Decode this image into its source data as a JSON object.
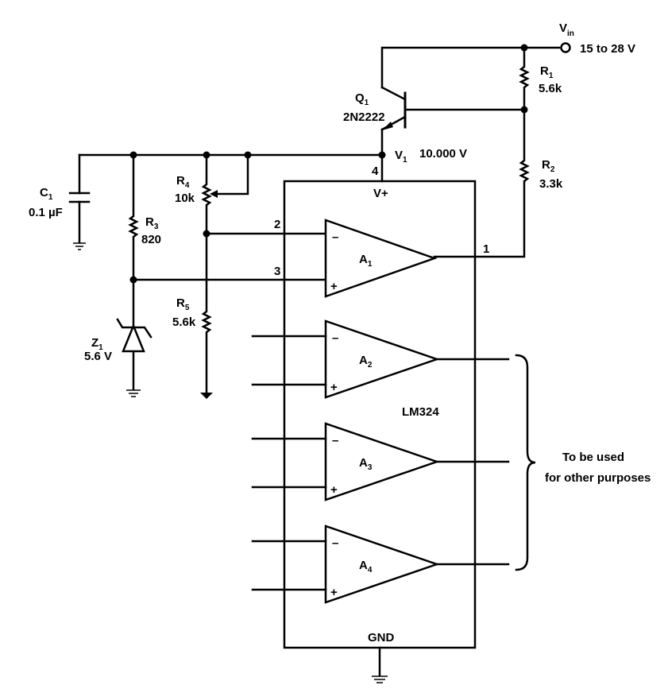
{
  "vin": {
    "name": "V",
    "sub": "in",
    "range": "15 to 28 V"
  },
  "v1": {
    "name": "V",
    "sub": "1",
    "value": "10.000 V"
  },
  "q1": {
    "name": "Q",
    "sub": "1",
    "part": "2N2222"
  },
  "r1": {
    "name": "R",
    "sub": "1",
    "value": "5.6k"
  },
  "r2": {
    "name": "R",
    "sub": "2",
    "value": "3.3k"
  },
  "r3": {
    "name": "R",
    "sub": "3",
    "value": "820"
  },
  "r4": {
    "name": "R",
    "sub": "4",
    "value": "10k"
  },
  "r5": {
    "name": "R",
    "sub": "5",
    "value": "5.6k"
  },
  "c1": {
    "name": "C",
    "sub": "1",
    "value": "0.1 µF"
  },
  "z1": {
    "name": "Z",
    "sub": "1",
    "value": "5.6 V"
  },
  "chip": {
    "name": "LM324",
    "vplus": "V+",
    "gnd": "GND",
    "pin4": "4",
    "pin1": "1",
    "pin2": "2",
    "pin3": "3",
    "minus": "–",
    "plus": "+"
  },
  "amps": [
    {
      "name": "A",
      "sub": "1"
    },
    {
      "name": "A",
      "sub": "2"
    },
    {
      "name": "A",
      "sub": "3"
    },
    {
      "name": "A",
      "sub": "4"
    }
  ],
  "note": {
    "line1": "To be used",
    "line2": "for other purposes"
  }
}
